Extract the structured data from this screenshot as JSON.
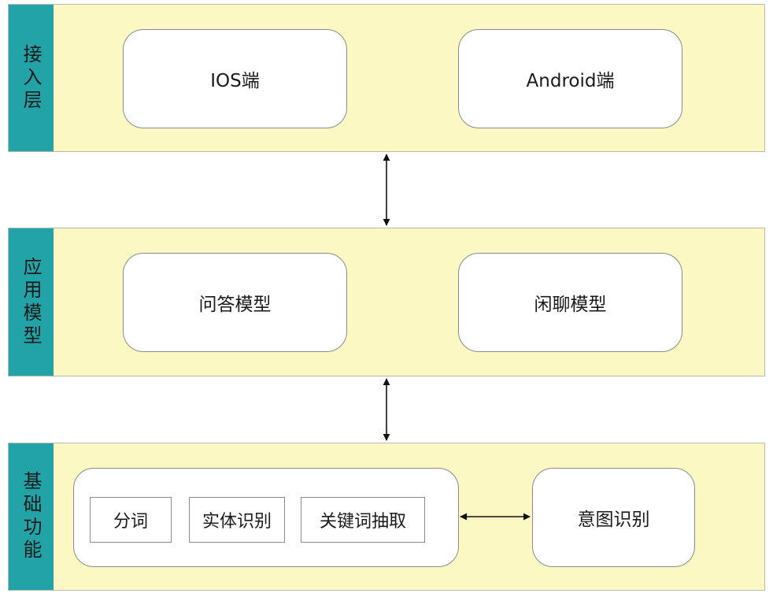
{
  "layers": [
    {
      "label": "接入层",
      "boxes": [
        "IOS端",
        "Android端"
      ]
    },
    {
      "label": "应用模型",
      "boxes": [
        "问答模型",
        "闲聊模型"
      ]
    },
    {
      "label": "基础功能",
      "group": {
        "chips": [
          "分词",
          "实体识别",
          "关键词抽取"
        ]
      },
      "box": "意图识别"
    }
  ],
  "colors": {
    "layer_fill": "#fcf8c4",
    "tab_fill": "#22a3a8",
    "box_fill": "#ffffff"
  }
}
